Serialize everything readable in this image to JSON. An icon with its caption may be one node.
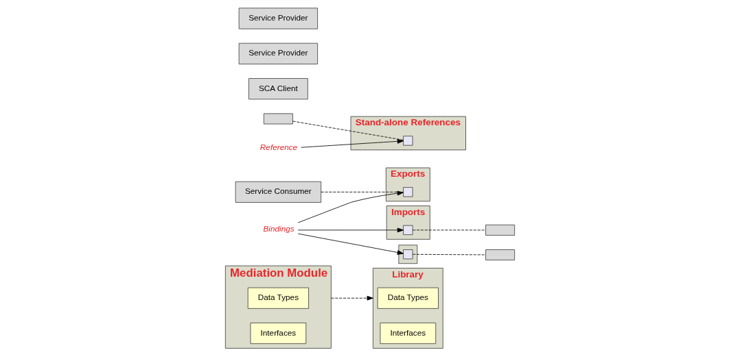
{
  "diagram": {
    "nodes": [
      {
        "text": [
          "Library"
        ]
      },
      {
        "text": [
          "Data Types"
        ],
        "in": 0
      },
      {
        "text": [
          "Interfaces"
        ],
        "in": 0
      },
      {
        "text": [
          "Mediation Module"
        ]
      },
      {
        "text": [
          "Data Types"
        ],
        "in": 3
      },
      {
        "text": [
          "Interfaces"
        ],
        "in": 3
      },
      {
        "text": [
          "Exports"
        ]
      },
      {
        "text": [],
        "shape": "box",
        "in": 6
      },
      {
        "text": [
          "Stand-alone References"
        ]
      },
      {
        "text": [],
        "shape": "box",
        "in": 8
      },
      {
        "text": [
          "Imports"
        ]
      },
      {
        "text": [],
        "shape": "box",
        "in": 10
      },
      {
        "text": [],
        "shape": "box"
      },
      {
        "text": [],
        "shape": "box",
        "in": 12
      },
      {
        "text": [
          "Service Consumer"
        ]
      },
      {
        "text": [
          "SCA Client"
        ]
      },
      {
        "text": [],
        "shape": "box"
      },
      {
        "text": [],
        "shape": "box"
      },
      {
        "text": [
          "Service Provider"
        ]
      },
      {
        "text": [],
        "shape": "box"
      },
      {
        "text": [
          "Service Provider"
        ]
      },
      {
        "text": [
          "Bindings"
        ]
      },
      {
        "text": [
          "Reference"
        ]
      }
    ],
    "edges": [
      {
        "from": 3,
        "to": 0,
        "arrow": "to",
        "style": "dashed"
      },
      {
        "from": 14,
        "to": 7,
        "arrow": "none",
        "style": "dashed"
      },
      {
        "from": 16,
        "to": 9,
        "arrow": "none",
        "style": "dashed"
      },
      {
        "from": 21,
        "to": 7,
        "arrow": "to"
      },
      {
        "from": 21,
        "to": 11,
        "arrow": "to"
      },
      {
        "from": 21,
        "to": 13,
        "arrow": "to"
      },
      {
        "from": 22,
        "to": 9,
        "arrow": "to"
      },
      {
        "from": 11,
        "to": 17,
        "arrow": "none",
        "style": "dashed"
      },
      {
        "from": 13,
        "to": 19,
        "arrow": "none",
        "style": "dashed"
      }
    ]
  }
}
